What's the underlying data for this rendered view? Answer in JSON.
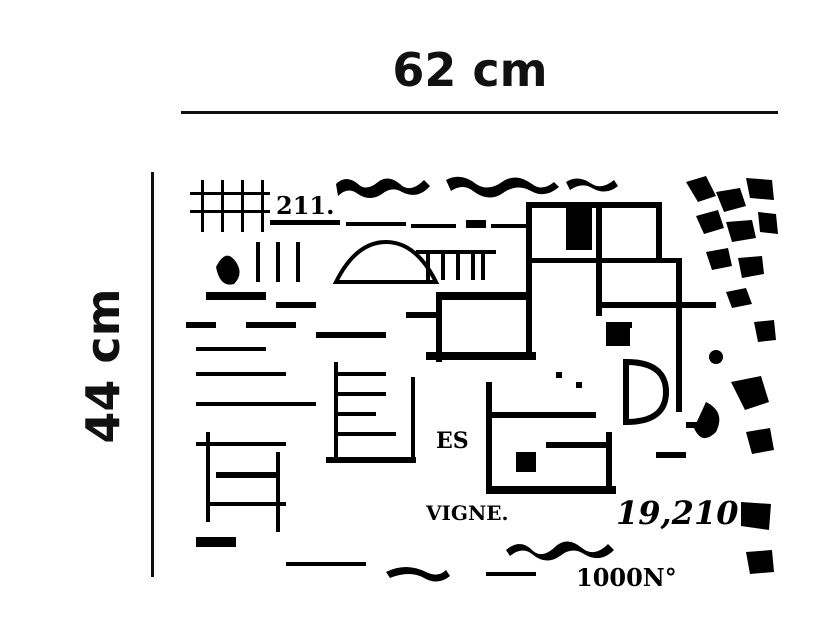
{
  "dimensions": {
    "width_label": "62 cm",
    "height_label": "44 cm"
  },
  "stencil": {
    "texts": {
      "es": "ES",
      "vigne": "VIGNE.",
      "number": "19,210",
      "code": "1000N°",
      "ref": "211."
    }
  },
  "colors": {
    "ink": "#000000",
    "background": "#ffffff"
  }
}
